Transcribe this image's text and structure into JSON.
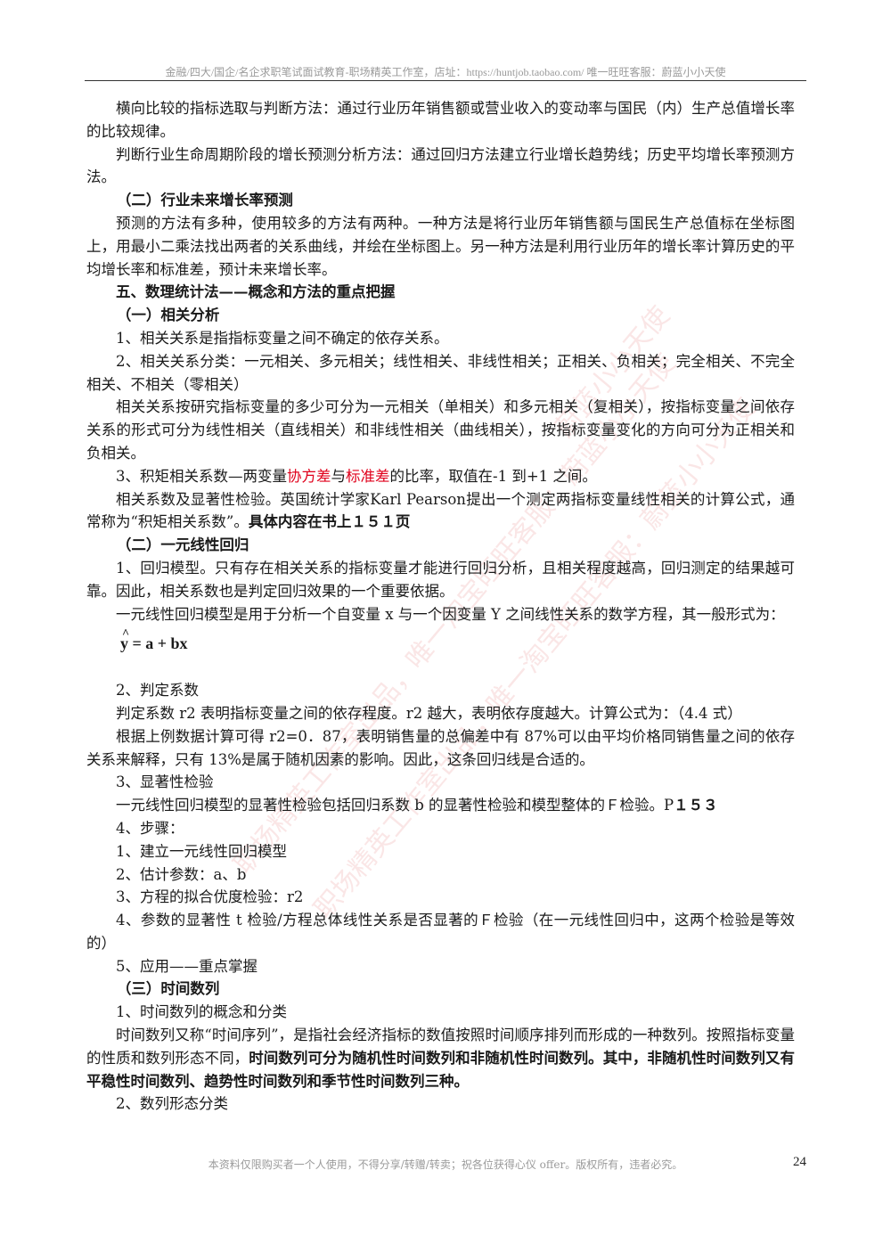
{
  "header": "金融/四大/国企/名企求职笔试面试教育-职场精英工作室，店址：https://huntjob.taobao.com/ 唯一旺旺客服：蔚蓝小小天使",
  "footer": "本资料仅限购买者一个人使用，不得分享/转赠/转卖；祝各位获得心仪 offer。版权所有，违者必究。",
  "page_number": "24",
  "watermarks": [
    "蔚蓝小小天使",
    "职场精英工作室出品，唯一淘宝旺旺客服：蔚蓝小小天使",
    "职场精英工作室出品，唯一淘宝旺旺客服：蔚蓝小小天使"
  ],
  "body": {
    "p1": "横向比较的指标选取与判断方法：通过行业历年销售额或营业收入的变动率与国民（内）生产总值增长率的比较规律。",
    "p2": "判断行业生命周期阶段的增长预测分析方法：通过回归方法建立行业增长趋势线；历史平均增长率预测方法。",
    "h1": "（二）行业未来增长率预测",
    "p3": "预测的方法有多种，使用较多的方法有两种。一种方法是将行业历年销售额与国民生产总值标在坐标图上，用最小二乘法找出两者的关系曲线，并绘在坐标图上。另一种方法是利用行业历年的增长率计算历史的平均增长率和标准差，预计未来增长率。",
    "h2": "五、数理统计法——概念和方法的重点把握",
    "h3": "（一）相关分析",
    "p4": "1、相关关系是指指标变量之间不确定的依存关系。",
    "p5": "2、相关关系分类：一元相关、多元相关；线性相关、非线性相关；正相关、负相关；完全相关、不完全相关、不相关（零相关）",
    "p6": "相关关系按研究指标变量的多少可分为一元相关（单相关）和多元相关（复相关），按指标变量之间依存关系的形式可分为线性相关（直线相关）和非线性相关（曲线相关），按指标变量变化的方向可分为正相关和负相关。",
    "p7a": "3、积矩相关系数—两变量",
    "p7b": "协方差",
    "p7c": "与",
    "p7d": "标准差",
    "p7e": "的比率，取值在-1 到+1 之间。",
    "p8a": "相关系数及显著性检验。英国统计学家Karl Pearson提出一个测定两指标变量线性相关的计算公式，通常称为“积矩相关系数”。",
    "p8b": "具体内容在书上１５１页",
    "h4": "（二）一元线性回归",
    "p9": "1、回归模型。只有存在相关关系的指标变量才能进行回归分析，且相关程度越高，回归测定的结果越可靠。因此，相关系数也是判定回归效果的一个重要依据。",
    "p10": "一元线性回归模型是用于分析一个自变量 x 与一个因变量 Y 之间线性关系的数学方程，其一般形式为：",
    "formula_y": "y",
    "formula_rest": " = a + bx",
    "p11": "2、判定系数",
    "p12": "判定系数 r2 表明指标变量之间的依存程度。r2 越大，表明依存度越大。计算公式为：（4.4 式）",
    "p13": "根据上例数据计算可得 r2=0．87，表明销售量的总偏差中有 87%可以由平均价格同销售量之间的依存关系来解释，只有 13%是属于随机因素的影响。因此，这条回归线是合适的。",
    "p14": "3、显著性检验",
    "p15a": "一元线性回归模型的显著性检验包括回归系数 b 的显著性检验和模型整体的Ｆ检验。P",
    "p15b": "１５３",
    "p16": "4、步骤：",
    "p17": "1、建立一元线性回归模型",
    "p18": "2、估计参数：a、b",
    "p19": "3、方程的拟合优度检验：r2",
    "p20": "4、参数的显著性 t 检验/方程总体线性关系是否显著的Ｆ检验（在一元线性回归中，这两个检验是等效的）",
    "p21": "5、应用——重点掌握",
    "h5": "（三）时间数列",
    "p22": "1、时间数列的概念和分类",
    "p23a": "时间数列又称“时间序列”，是指社会经济指标的数值按照时间顺序排列而形成的一种数列。按照指标变量的性质和数列形态不同，",
    "p23b": "时间数列可分为随机性时间数列和非随机性时间数列。其中，非随机性时间数列又有平稳性时间数列、趋势性时间数列和季节性时间数列三种。",
    "p24": "2、数列形态分类"
  }
}
